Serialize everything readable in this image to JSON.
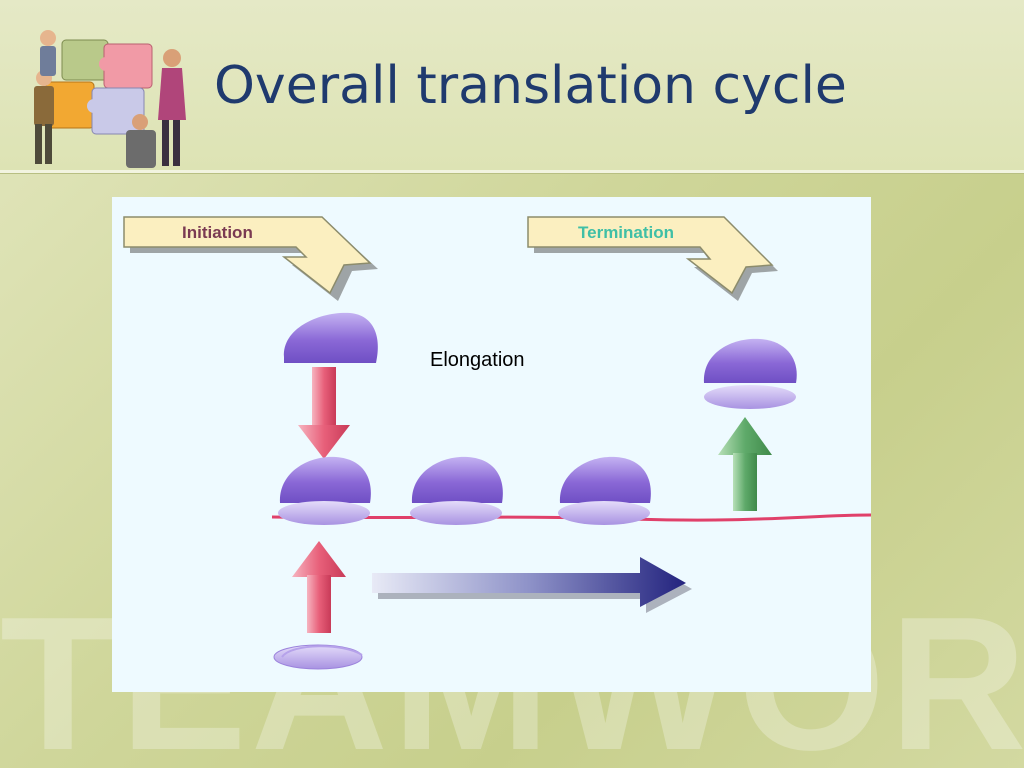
{
  "slide": {
    "title": "Overall translation cycle",
    "watermark": "TEAMWORK"
  },
  "diagram": {
    "labels": {
      "initiation": "Initiation",
      "termination": "Termination",
      "elongation": "Elongation"
    },
    "colors": {
      "initiation_text": "#7a3a52",
      "termination_text": "#3fbfa6",
      "ribosome": "#8b6bd8",
      "mrna": "#e0406a",
      "pink_arrow": "#e8607a",
      "green_arrow": "#5faa6a",
      "elongation_arrow": "#2c2c8a",
      "callout_fill": "#fbefc0"
    }
  },
  "icons": {
    "clipart": "teamwork-puzzle-people-icon"
  }
}
